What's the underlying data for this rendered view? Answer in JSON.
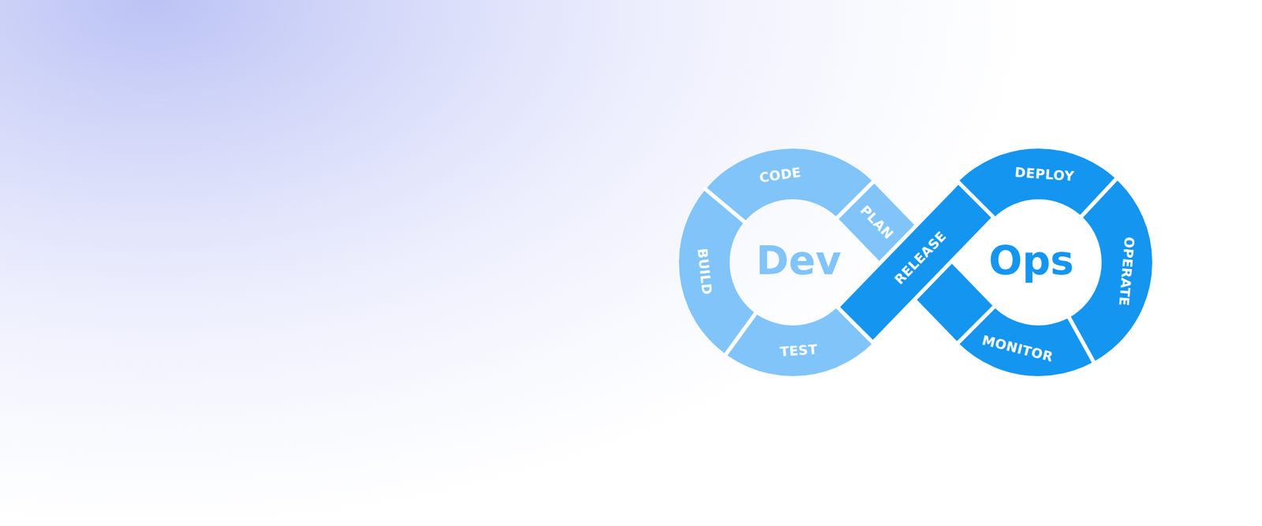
{
  "diagram": {
    "nodes": [
      {
        "text": [
          "PLAN"
        ]
      },
      {
        "text": [
          "CODE"
        ]
      },
      {
        "text": [
          "BUILD"
        ]
      },
      {
        "text": [
          "TEST"
        ]
      },
      {
        "text": [
          "RELEASE"
        ]
      },
      {
        "text": [
          "DEPLOY"
        ]
      },
      {
        "text": [
          "OPERATE"
        ]
      },
      {
        "text": [
          "MONITOR"
        ]
      }
    ],
    "labels": [
      "Dev",
      "Ops"
    ]
  }
}
